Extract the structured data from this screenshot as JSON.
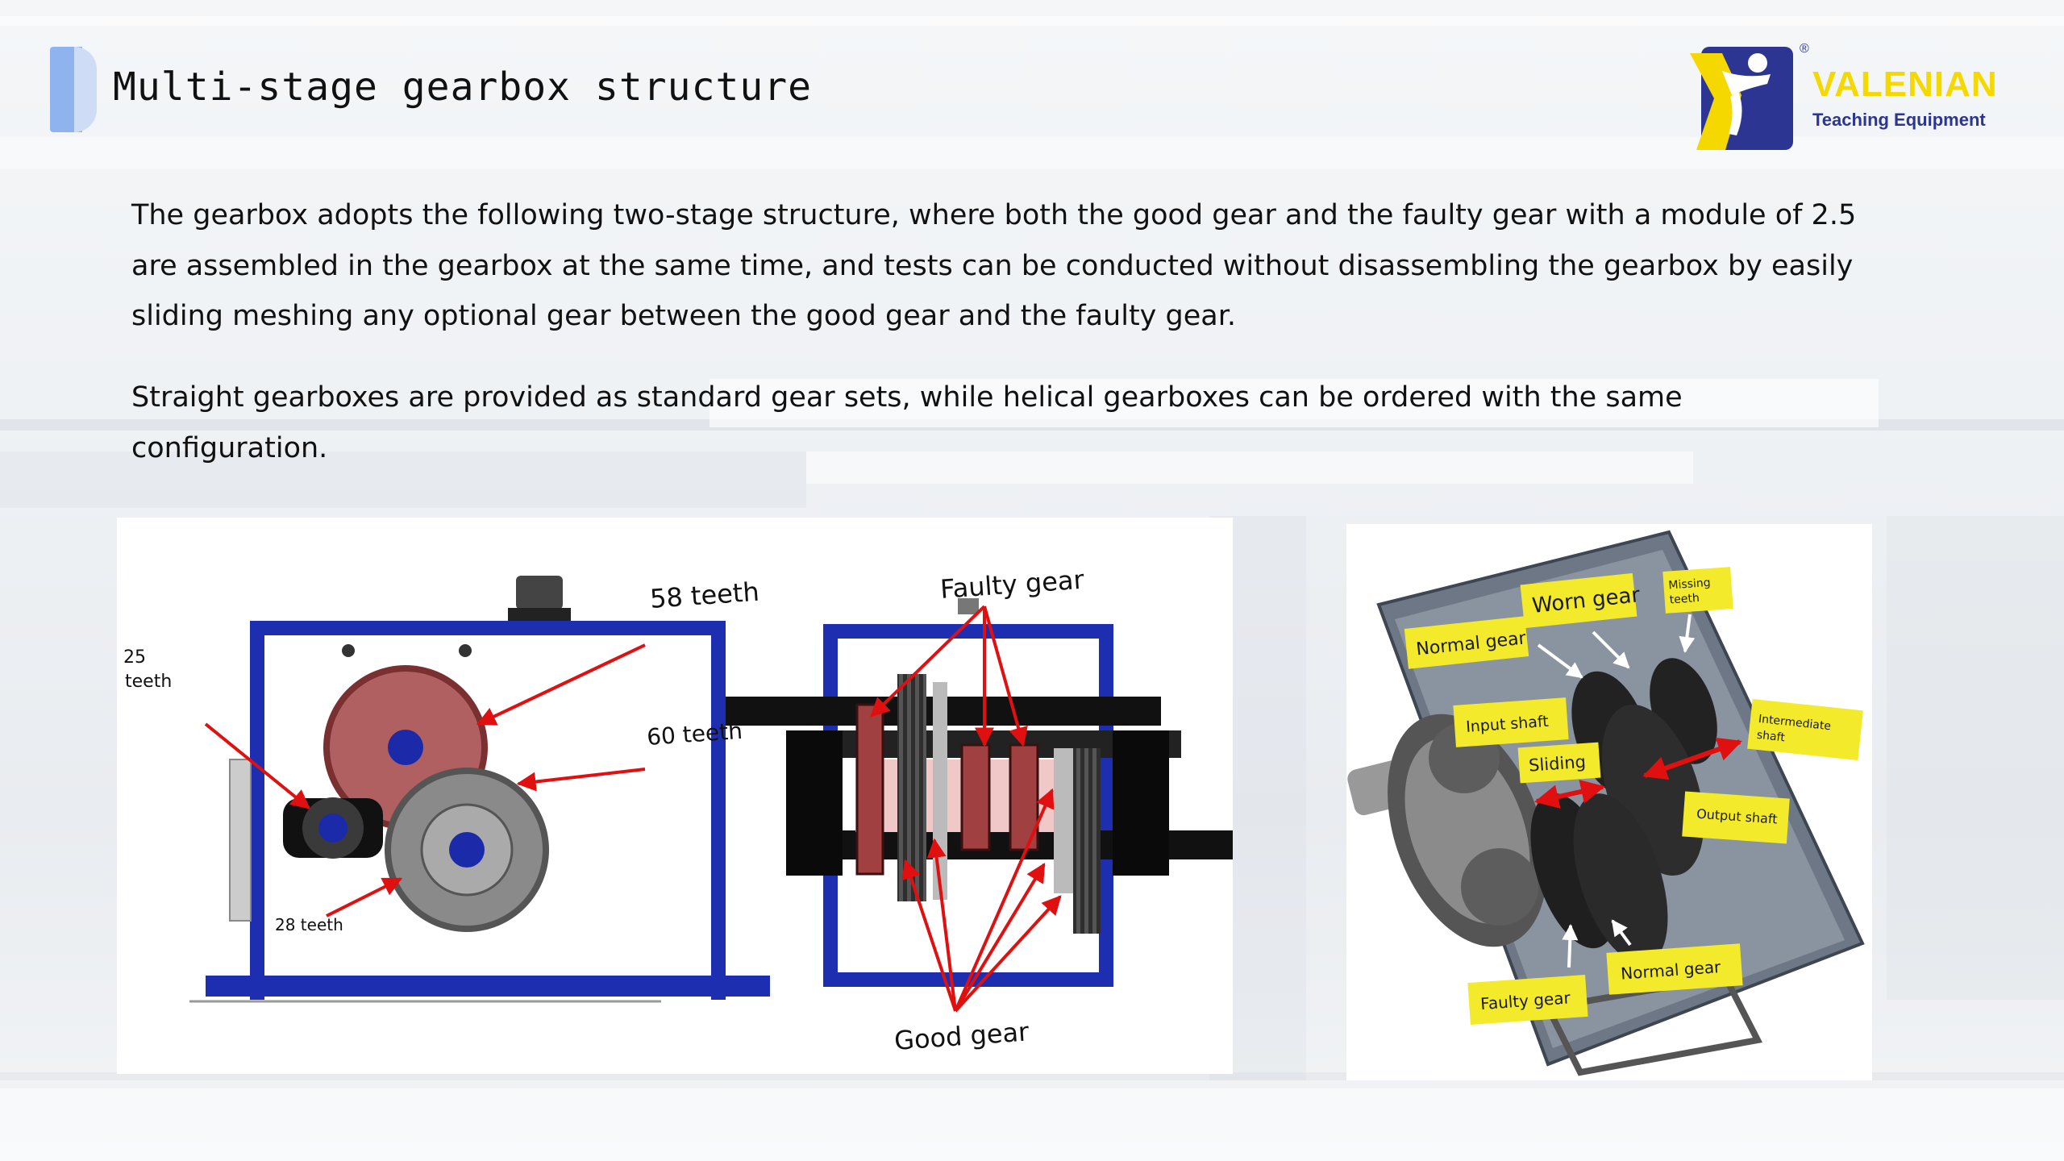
{
  "header": {
    "title": "Multi-stage gearbox structure"
  },
  "logo": {
    "brand": "VALENIAN",
    "registered": "®",
    "tagline": "Teaching Equipment",
    "colors": {
      "yellow": "#f5d800",
      "blue": "#2c3592"
    }
  },
  "content": {
    "paragraph_1": "The gearbox adopts the following two-stage structure, where both the good gear and the faulty gear with a module of 2.5 are assembled in the gearbox at the same time, and tests can be conducted without disassembling the gearbox by easily sliding meshing any optional gear between the good gear and the faulty gear.",
    "paragraph_2": "Straight gearboxes are provided as standard gear sets, while helical gearboxes can be ordered with the same configuration."
  },
  "left_diagram": {
    "labels": {
      "teeth_25_line1": "25",
      "teeth_25_line2": "teeth",
      "teeth_28": "28 teeth",
      "teeth_58": "58 teeth",
      "teeth_60": "60 teeth",
      "faulty_gear": "Faulty gear",
      "good_gear": "Good gear"
    },
    "colors": {
      "frame": "#1d2fb0",
      "faulty": "#a05050",
      "good": "#2a2a2a",
      "arrow": "#e01010"
    }
  },
  "right_diagram": {
    "tags": {
      "normal_gear_top": "Normal gear",
      "worn_gear": "Worn gear",
      "missing_teeth_line1": "Missing",
      "missing_teeth_line2": "teeth",
      "input_shaft": "Input shaft",
      "intermediate_shaft_line1": "Intermediate",
      "intermediate_shaft_line2": "shaft",
      "sliding": "Sliding",
      "output_shaft": "Output shaft",
      "normal_gear_bottom": "Normal gear",
      "faulty_gear": "Faulty gear"
    },
    "colors": {
      "tag": "#f2ea2a",
      "arrow": "#e01010"
    }
  }
}
